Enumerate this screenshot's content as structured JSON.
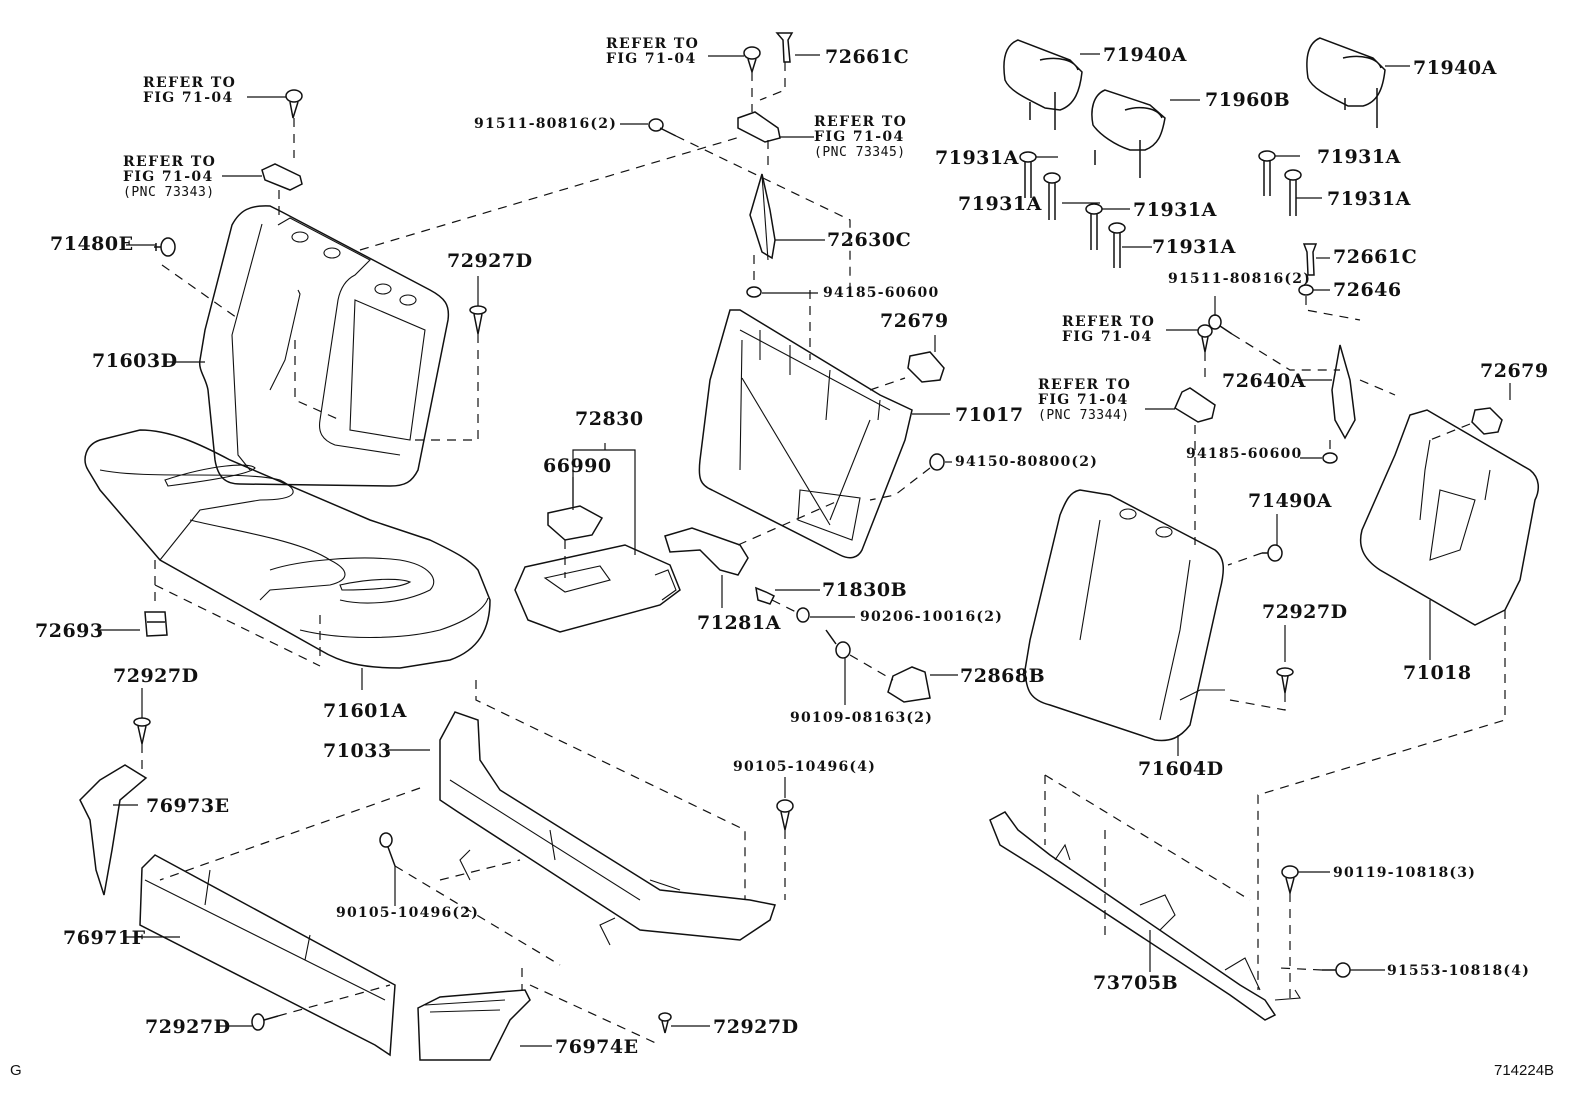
{
  "diagram": {
    "title": "Rear Seat & Seat Track",
    "figure_id": "714224B",
    "corner_mark": "G",
    "refer_text": "REFER TO",
    "fig_text": "FIG 71-04",
    "labels": {
      "refer_1": {
        "pnc": ""
      },
      "refer_2": {
        "pnc": "(PNC 73343)"
      },
      "refer_3": {
        "pnc": ""
      },
      "refer_4": {
        "pnc": "(PNC 73345)"
      },
      "refer_5": {
        "pnc": ""
      },
      "refer_6": {
        "pnc": "(PNC 73344)"
      },
      "p71480E": "71480E",
      "p71603D": "71603D",
      "p72927D_a": "72927D",
      "p91511_a": "91511-80816(2)",
      "p72661C_a": "72661C",
      "p72630C": "72630C",
      "p94185_a": "94185-60600",
      "p72679_a": "72679",
      "p71017": "71017",
      "p94150": "94150-80800(2)",
      "p72830": "72830",
      "p66990": "66990",
      "p71830B": "71830B",
      "p71281A": "71281A",
      "p90206": "90206-10016(2)",
      "p72868B": "72868B",
      "p90109": "90109-08163(2)",
      "p71601A": "71601A",
      "p72693": "72693",
      "p72927D_b": "72927D",
      "p76973E": "76973E",
      "p71033": "71033",
      "p90105_4": "90105-10496(4)",
      "p90105_2": "90105-10496(2)",
      "p76971F": "76971F",
      "p72927D_c": "72927D",
      "p76974E": "76974E",
      "p72927D_d": "72927D",
      "p71940A_a": "71940A",
      "p71960B": "71960B",
      "p71931A_1": "71931A",
      "p71931A_2": "71931A",
      "p71931A_3": "71931A",
      "p71931A_4": "71931A",
      "p71940A_b": "71940A",
      "p71931A_5": "71931A",
      "p71931A_6": "71931A",
      "p72661C_b": "72661C",
      "p72646": "72646",
      "p91511_b": "91511-80816(2)",
      "p72640A": "72640A",
      "p94185_b": "94185-60600",
      "p72679_b": "72679",
      "p71490A": "71490A",
      "p72927D_e": "72927D",
      "p71018": "71018",
      "p71604D": "71604D",
      "p90119": "90119-10818(3)",
      "p91553": "91553-10818(4)",
      "p73705B": "73705B"
    }
  }
}
